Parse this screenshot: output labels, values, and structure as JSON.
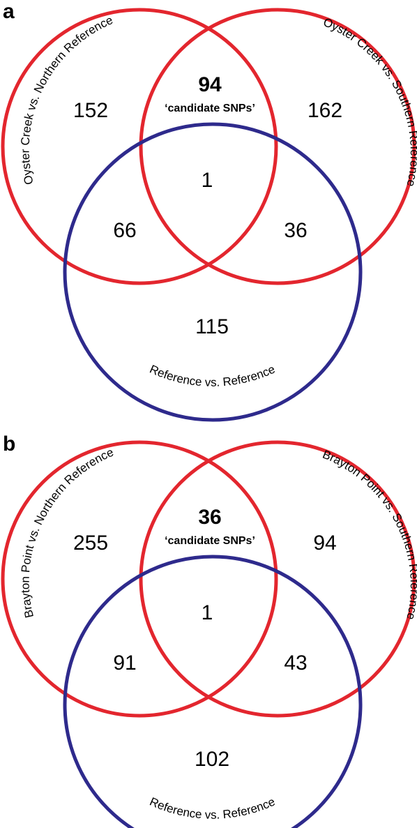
{
  "colors": {
    "comparison": "#e3262e",
    "reference": "#2e2a8c"
  },
  "panels": [
    {
      "label": "a",
      "sets": {
        "left": "Oyster Creek vs. Northern Reference",
        "right": "Oyster Creek vs. Southern Reference",
        "bottom": "Reference vs. Reference"
      },
      "counts": {
        "left_only": "152",
        "right_only": "162",
        "left_right": "94",
        "left_right_note": "‘candidate SNPs’",
        "all_three": "1",
        "left_bottom": "66",
        "right_bottom": "36",
        "bottom_only": "115"
      }
    },
    {
      "label": "b",
      "sets": {
        "left": "Brayton Point vs. Northern Reference",
        "right": "Brayton Point vs. Southern Reference",
        "bottom": "Reference vs. Reference"
      },
      "counts": {
        "left_only": "255",
        "right_only": "94",
        "left_right": "36",
        "left_right_note": "‘candidate SNPs’",
        "all_three": "1",
        "left_bottom": "91",
        "right_bottom": "43",
        "bottom_only": "102"
      }
    }
  ]
}
